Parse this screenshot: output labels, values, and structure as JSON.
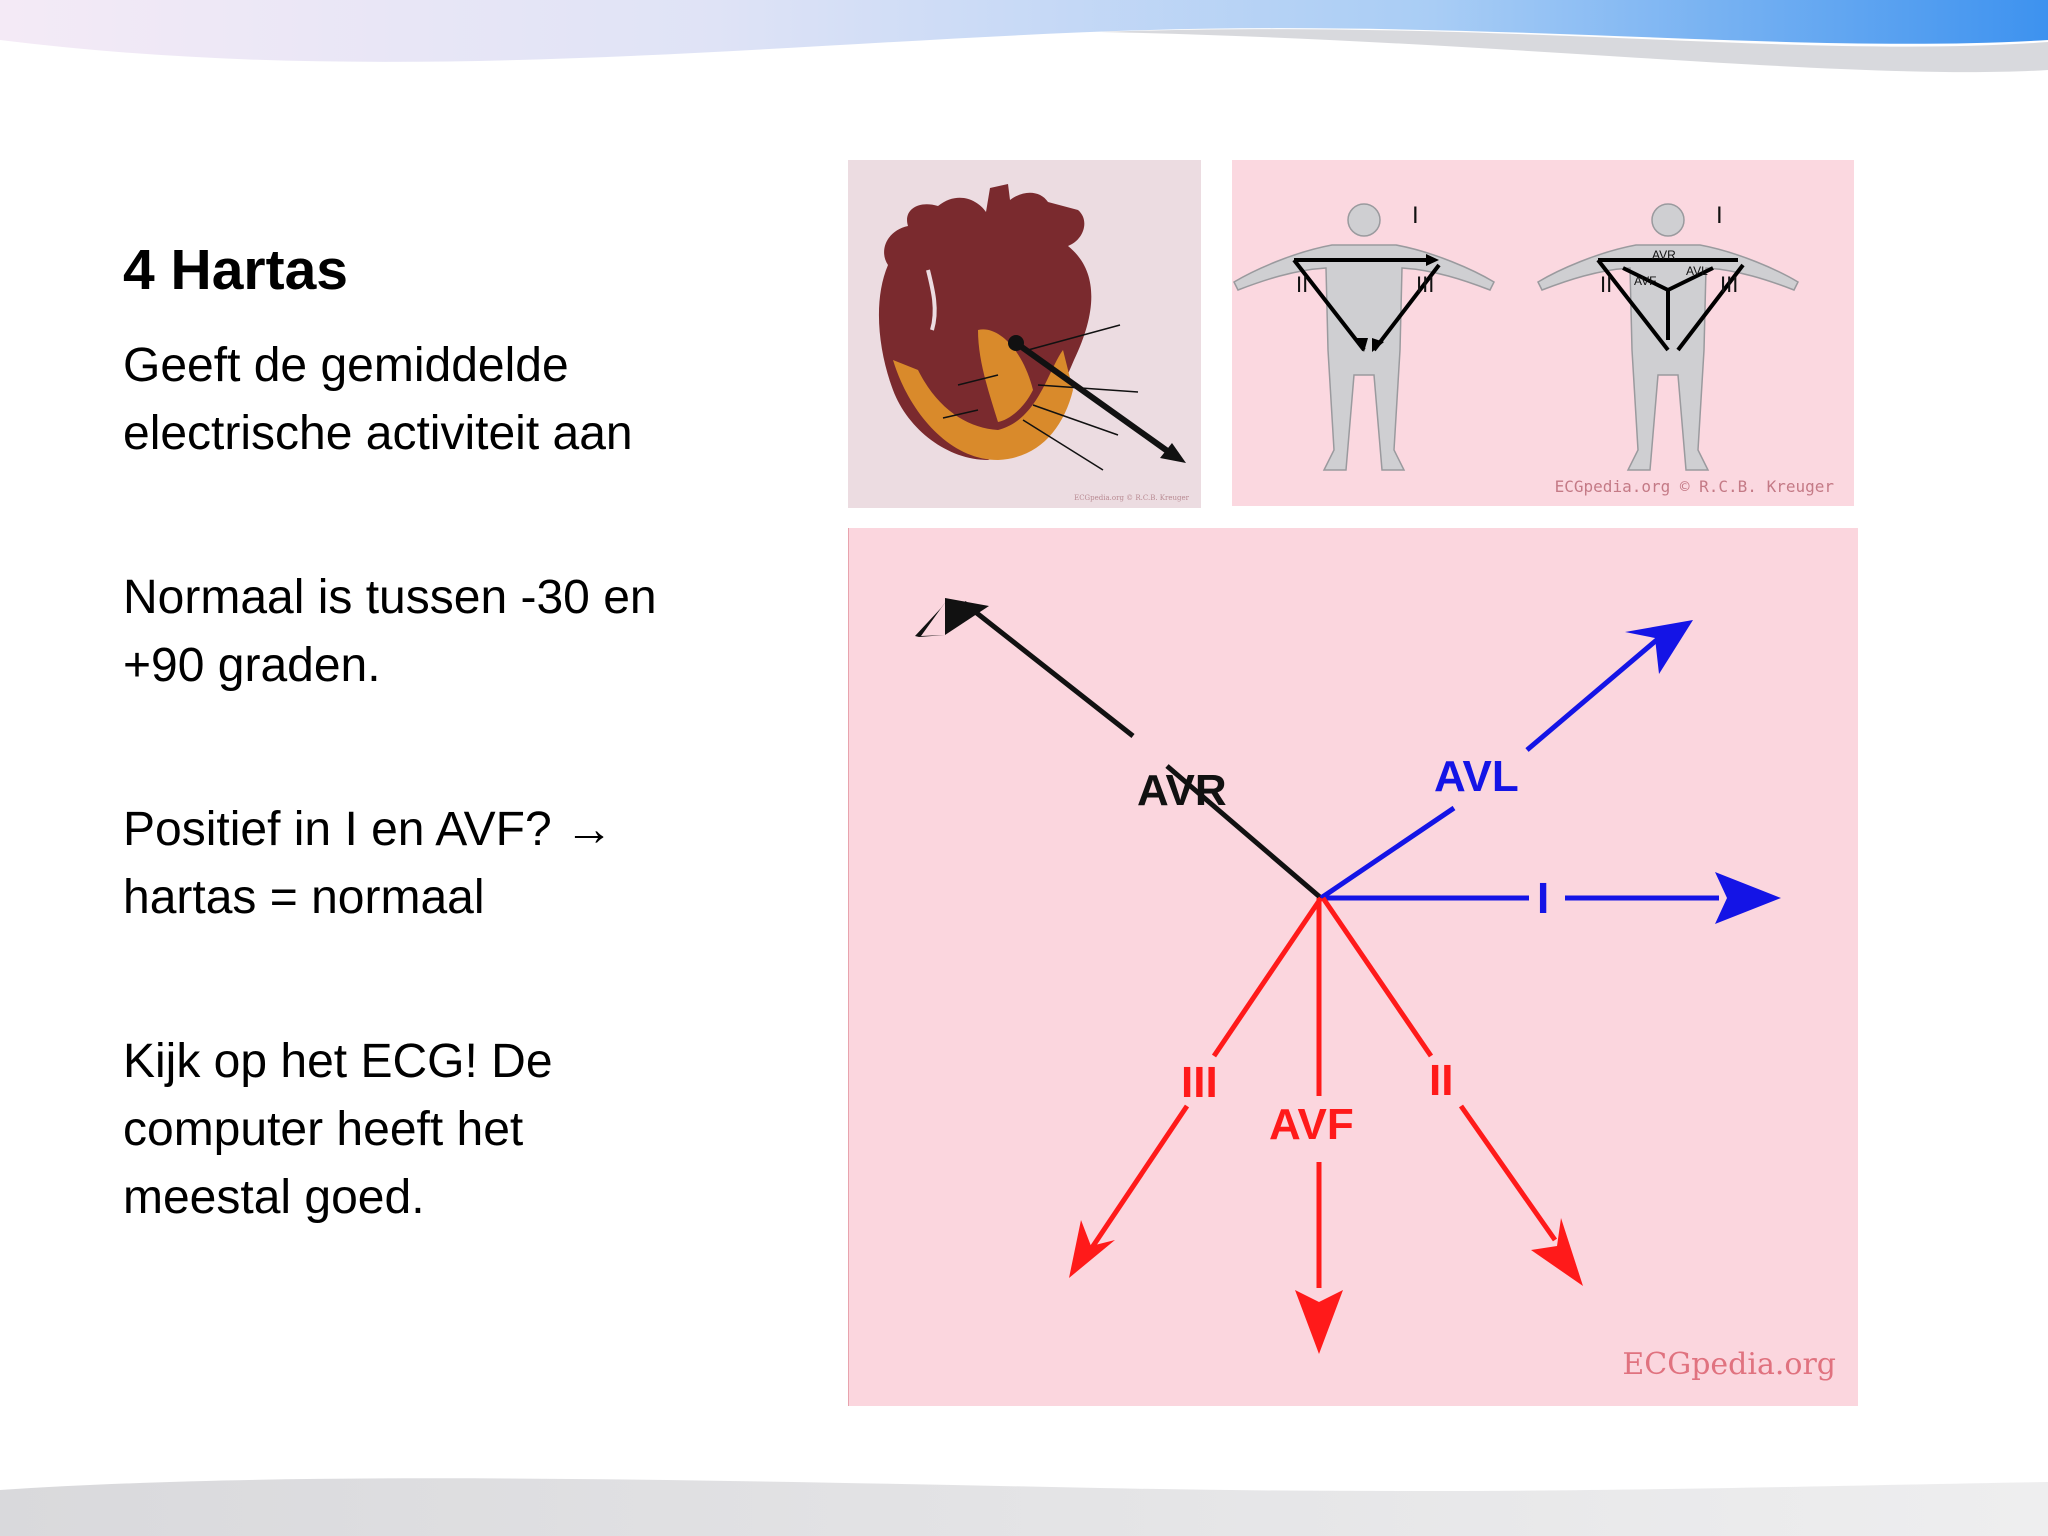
{
  "slide": {
    "title": "4 Hartas",
    "paragraphs": [
      {
        "lines": [
          "Geeft de gemiddelde",
          "electrische activiteit aan"
        ]
      },
      {
        "lines": [
          "Normaal is tussen -30 en",
          "+90 graden."
        ]
      },
      {
        "lines": [
          "Positief in I en AVF? →",
          "hartas = normaal"
        ]
      },
      {
        "lines": [
          "Kijk op het ECG! De",
          "computer heeft het",
          "meestal goed."
        ]
      }
    ]
  },
  "figures": {
    "heart": {
      "credit": "ECGpedia.org © R.C.B. Kreuger"
    },
    "bodies": {
      "credit": "ECGpedia.org © R.C.B. Kreuger",
      "left_labels": [
        "I",
        "II",
        "III"
      ],
      "right_labels": [
        "I",
        "II",
        "III",
        "AVR",
        "AVL",
        "AVF"
      ]
    },
    "axes": {
      "credit": "ECGpedia.org",
      "leads": [
        {
          "name": "AVR",
          "color": "#000000"
        },
        {
          "name": "AVL",
          "color": "#1414e6"
        },
        {
          "name": "I",
          "color": "#1414e6"
        },
        {
          "name": "III",
          "color": "#ff1a1a"
        },
        {
          "name": "AVF",
          "color": "#ff1a1a"
        },
        {
          "name": "II",
          "color": "#ff1a1a"
        }
      ]
    }
  },
  "colors": {
    "figure_bg": "#fbd6de",
    "heart_muscle": "#7a2a2e",
    "heart_ventricle": "#d98a2b",
    "deco_blue": "#5aa2ef"
  }
}
